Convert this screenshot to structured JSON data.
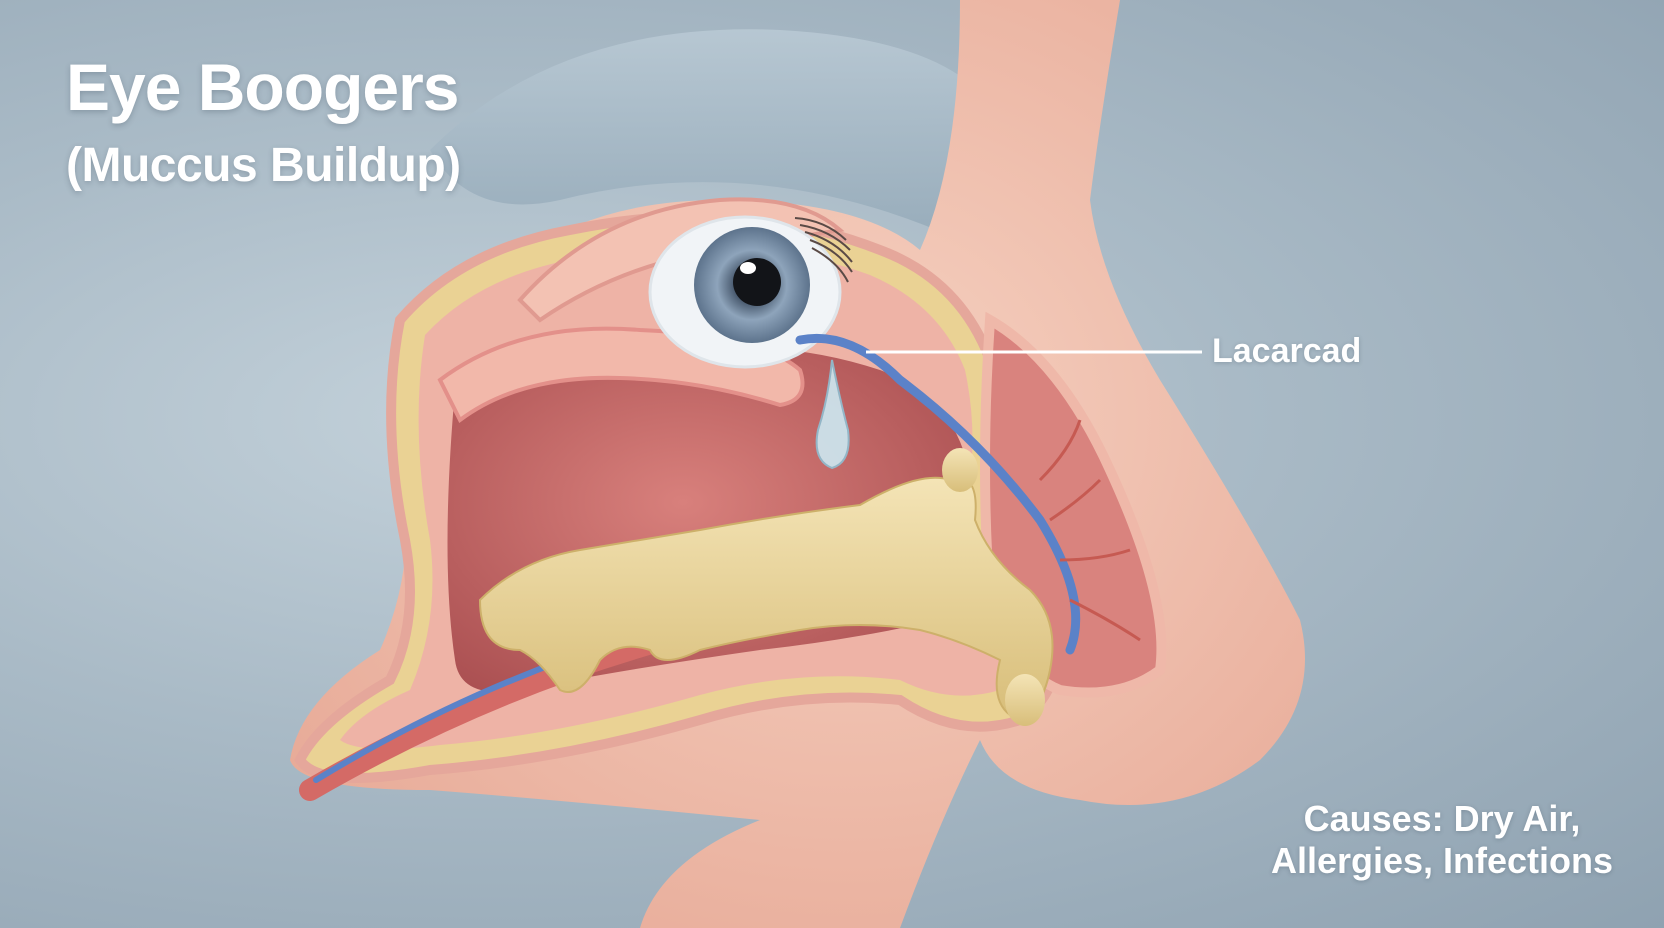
{
  "title": "Eye Boogers",
  "subtitle": "(Muccus Buildup)",
  "callout": {
    "label": "Lacarcad"
  },
  "causes": {
    "line1": "Causes: Dry Air,",
    "line2": "Allergies, Infections"
  },
  "colors": {
    "background": "#a9bac6",
    "skin": "#f0c2b0",
    "tissue": "#d97d7a",
    "bone": "#e9cf8c",
    "mucus": "#e8d49c",
    "duct": "#5b82c8",
    "label_text": "#ffffff"
  }
}
